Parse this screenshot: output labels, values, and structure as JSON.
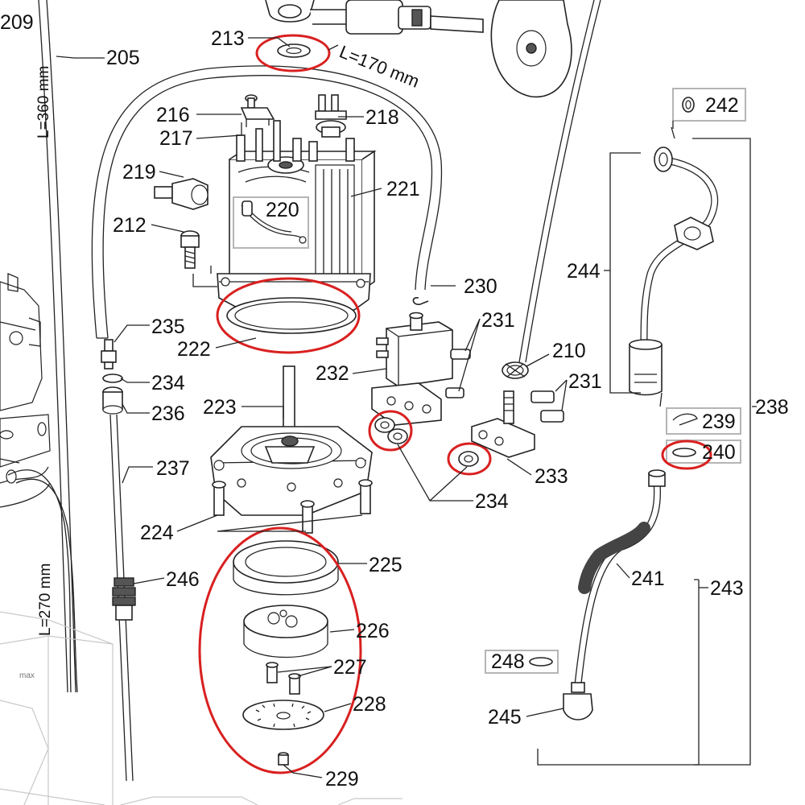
{
  "callouts": {
    "c205": "205",
    "c209": "209",
    "c210": "210",
    "c212": "212",
    "c213": "213",
    "c216": "216",
    "c217": "217",
    "c218": "218",
    "c219": "219",
    "c220": "220",
    "c221": "221",
    "c222": "222",
    "c223": "223",
    "c224": "224",
    "c225": "225",
    "c226": "226",
    "c227": "227",
    "c228": "228",
    "c229": "229",
    "c230": "230",
    "c231a": "231",
    "c231b": "231",
    "c232": "232",
    "c233": "233",
    "c234a": "234",
    "c234b": "234",
    "c235": "235",
    "c236": "236",
    "c237": "237",
    "c238": "238",
    "c239": "239",
    "c240": "240",
    "c241": "241",
    "c242": "242",
    "c243": "243",
    "c244": "244",
    "c245": "245",
    "c246": "246",
    "c248": "248"
  },
  "dimensions": {
    "d170": "L=170 mm",
    "d360": "L=360 mm",
    "d270": "L=270 mm"
  },
  "misc": {
    "brand_mark": "max"
  },
  "colors": {
    "highlight": "#d92020",
    "line": "#222222",
    "box": "#b5b5b5"
  }
}
